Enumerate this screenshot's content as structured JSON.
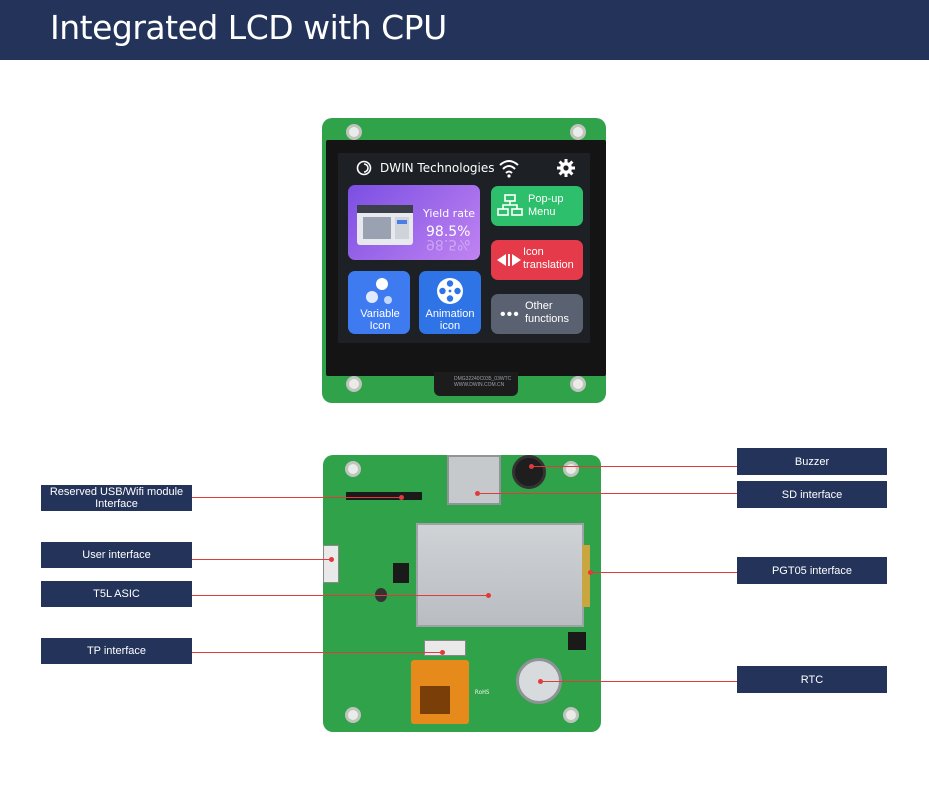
{
  "banner": {
    "title": "Integrated LCD with CPU"
  },
  "screen": {
    "brand": "DWIN Technologies",
    "yield": {
      "label": "Yield rate",
      "value": "98.5%"
    },
    "popup": {
      "line1": "Pop-up",
      "line2": "Menu"
    },
    "icon_translation": {
      "line1": "Icon",
      "line2": "translation"
    },
    "variable_icon": {
      "line1": "Variable",
      "line2": "Icon"
    },
    "animation_icon": {
      "line1": "Animation",
      "line2": "icon"
    },
    "other": {
      "line1": "Other",
      "line2": "functions",
      "dots": "•••"
    },
    "colors": {
      "yield": "#7b4fe3",
      "popup": "#2dbf6b",
      "icon": "#e43a4a",
      "variable": "#3f7bf0",
      "animation": "#2f74e6",
      "other": "#5a6170"
    }
  },
  "board_marks": {
    "flex_label": "DMG32240C035_03WTC\nWWW.DWIN.COM.CN",
    "rohs": "RoHS"
  },
  "callouts": {
    "usb_wifi": {
      "line1": "Reserved USB/Wifi module",
      "line2": "Interface"
    },
    "user_interface": "User interface",
    "t5l_asic": "T5L ASIC",
    "tp_interface": "TP interface",
    "buzzer": "Buzzer",
    "sd_interface": "SD interface",
    "pgt05_interface": "PGT05 interface",
    "rtc": "RTC"
  },
  "colors": {
    "banner": "#23335a",
    "callout_bg": "#23335a",
    "pcb": "#2fa24a",
    "leader_line": "#e03a3a"
  }
}
